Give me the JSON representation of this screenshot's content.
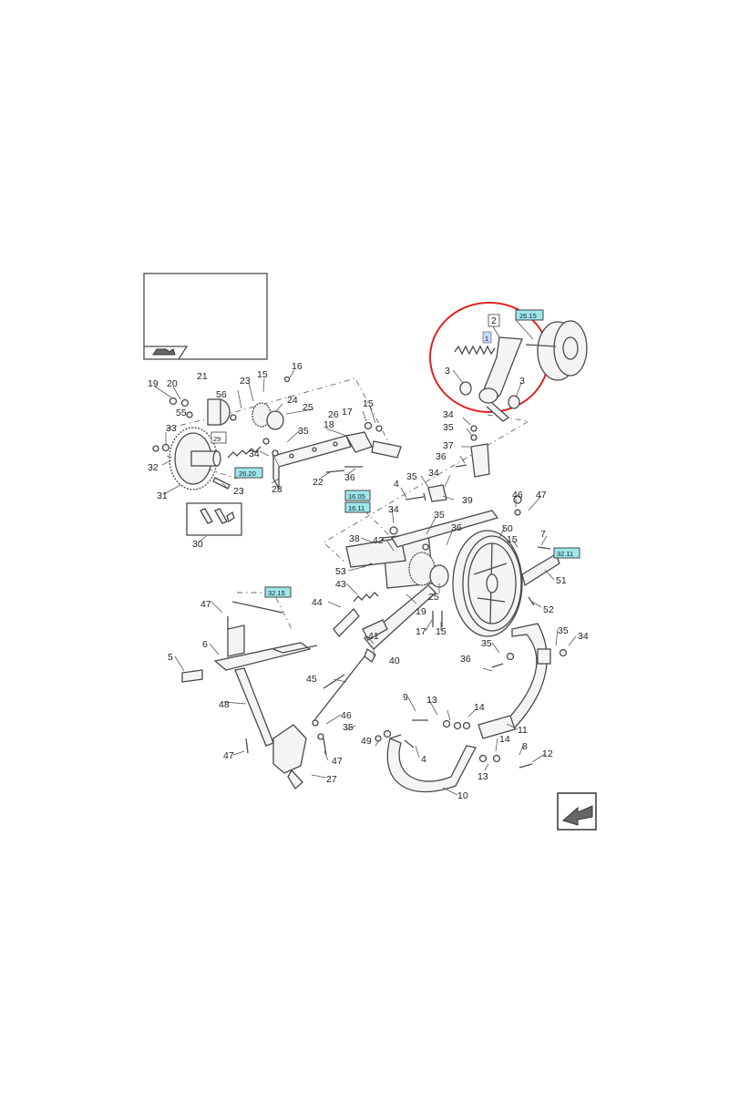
{
  "diagram": {
    "highlight_color": "#e02020",
    "reference_box_color": "#9fe6ea",
    "references": {
      "r1": "26.15",
      "r2": "26.20",
      "r3": "16.05",
      "r4": "16.11",
      "r5": "32.11",
      "r6": "32.15"
    },
    "boxed_numbers": {
      "b1": "2",
      "b2": "29"
    },
    "highlighted_number": "1",
    "callouts": {
      "c3a": "3",
      "c3b": "3",
      "c16": "16",
      "c15a": "15",
      "c19": "19",
      "c20": "20",
      "c21": "21",
      "c23a": "23",
      "c24": "24",
      "c55": "55",
      "c56": "56",
      "c25a": "25",
      "c17a": "17",
      "c15b": "15",
      "c26": "26",
      "c18": "18",
      "c33": "33",
      "c35a": "35",
      "c34a": "34",
      "c32": "32",
      "c31": "31",
      "c23b": "23",
      "c28": "28",
      "c22": "22",
      "c36a": "36",
      "c30": "30",
      "c34b": "34",
      "c35b": "35",
      "c37": "37",
      "c36b": "36",
      "c4a": "4",
      "c35c": "35",
      "c34c": "34",
      "c39": "39",
      "c34d": "34",
      "c46a": "46",
      "c47a": "47",
      "c35d": "35",
      "c36c": "36",
      "c50": "50",
      "c7": "7",
      "c38": "38",
      "c42": "42",
      "c15c": "15",
      "c53": "53",
      "c51": "51",
      "c43": "43",
      "c25b": "25",
      "c52": "52",
      "c47b": "47",
      "c44": "44",
      "c19b": "19",
      "c17b": "17",
      "c15d": "15",
      "c41": "41",
      "c35e": "35",
      "c34e": "34",
      "c5": "5",
      "c6": "6",
      "c40": "40",
      "c35f": "35",
      "c36d": "36",
      "c45": "45",
      "c48": "48",
      "c9": "9",
      "c13a": "13",
      "c14a": "14",
      "c46b": "46",
      "c35g": "35",
      "c11": "11",
      "c49": "49",
      "c47c": "47",
      "c47d": "47",
      "c4b": "4",
      "c14b": "14",
      "c8": "8",
      "c12": "12",
      "c13b": "13",
      "c27": "27",
      "c10": "10"
    }
  }
}
